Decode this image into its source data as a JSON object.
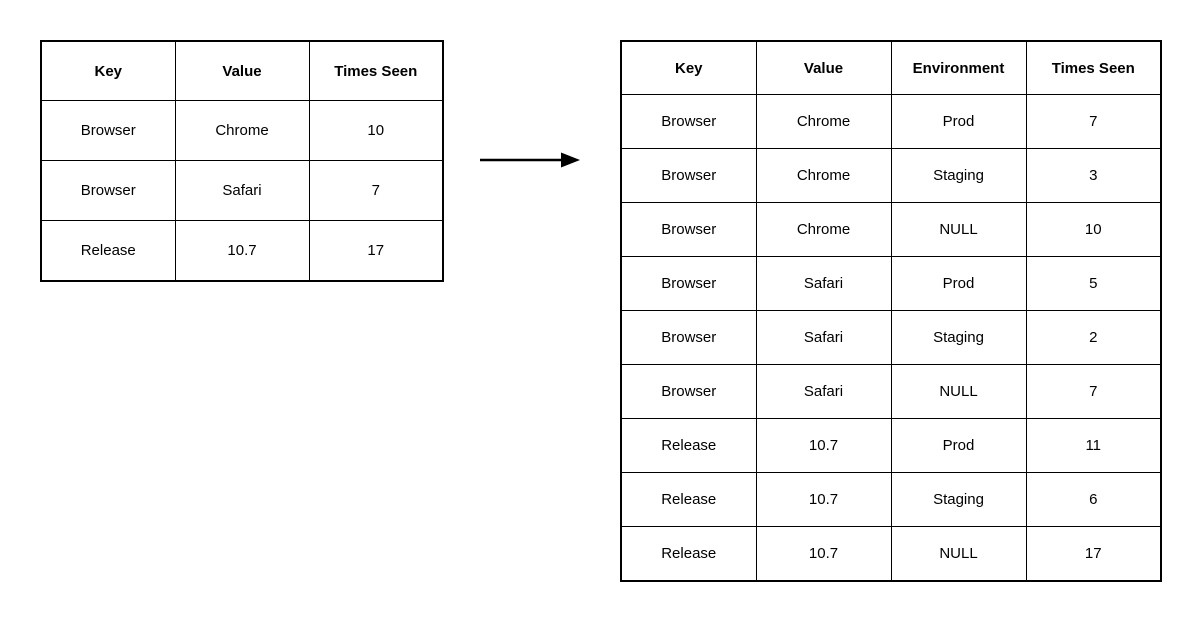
{
  "diagram": {
    "before_table": {
      "columns": [
        "Key",
        "Value",
        "Times Seen"
      ],
      "rows": [
        [
          "Browser",
          "Chrome",
          "10"
        ],
        [
          "Browser",
          "Safari",
          "7"
        ],
        [
          "Release",
          "10.7",
          "17"
        ]
      ]
    },
    "after_table": {
      "columns": [
        "Key",
        "Value",
        "Environment",
        "Times Seen"
      ],
      "rows": [
        [
          "Browser",
          "Chrome",
          "Prod",
          "7"
        ],
        [
          "Browser",
          "Chrome",
          "Staging",
          "3"
        ],
        [
          "Browser",
          "Chrome",
          "NULL",
          "10"
        ],
        [
          "Browser",
          "Safari",
          "Prod",
          "5"
        ],
        [
          "Browser",
          "Safari",
          "Staging",
          "2"
        ],
        [
          "Browser",
          "Safari",
          "NULL",
          "7"
        ],
        [
          "Release",
          "10.7",
          "Prod",
          "11"
        ],
        [
          "Release",
          "10.7",
          "Staging",
          "6"
        ],
        [
          "Release",
          "10.7",
          "NULL",
          "17"
        ]
      ],
      "null_placeholder": "NULL"
    },
    "arrow": {
      "direction": "right"
    },
    "colors": {
      "background": "#ffffff",
      "border": "#000000",
      "text": "#000000",
      "null_text": "#dddddd",
      "arrow": "#000000"
    }
  }
}
